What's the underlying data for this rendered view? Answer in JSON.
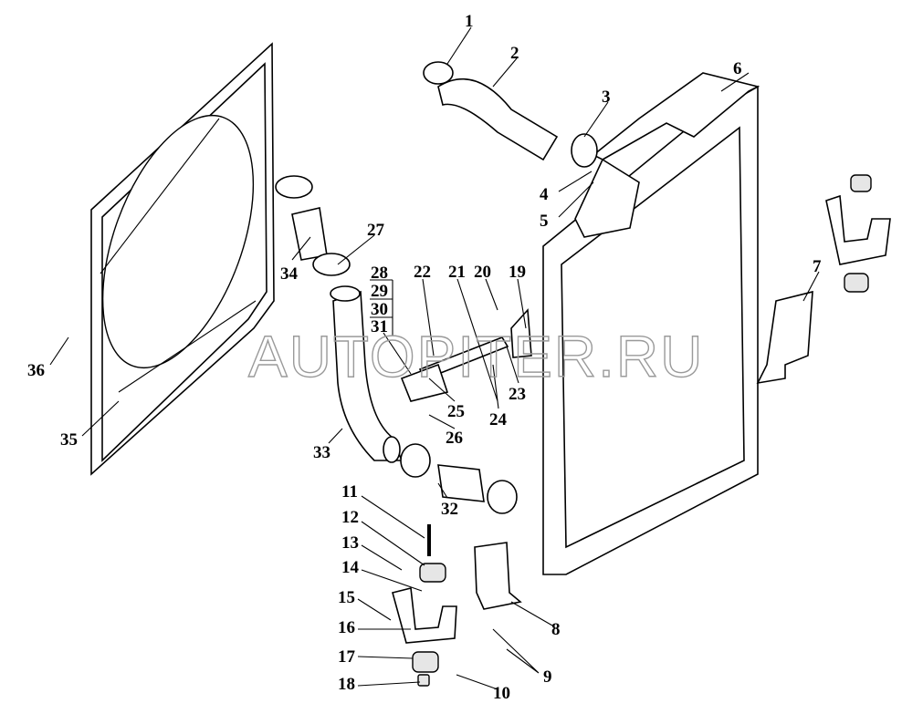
{
  "watermark": "AUTOPITER.RU",
  "callouts": [
    "1",
    "2",
    "3",
    "4",
    "5",
    "6",
    "7",
    "8",
    "9",
    "10",
    "11",
    "12",
    "13",
    "14",
    "15",
    "16",
    "17",
    "18",
    "19",
    "20",
    "21",
    "22",
    "23",
    "24",
    "25",
    "26",
    "27",
    "28",
    "29",
    "30",
    "31",
    "32",
    "33",
    "34",
    "35",
    "36"
  ]
}
